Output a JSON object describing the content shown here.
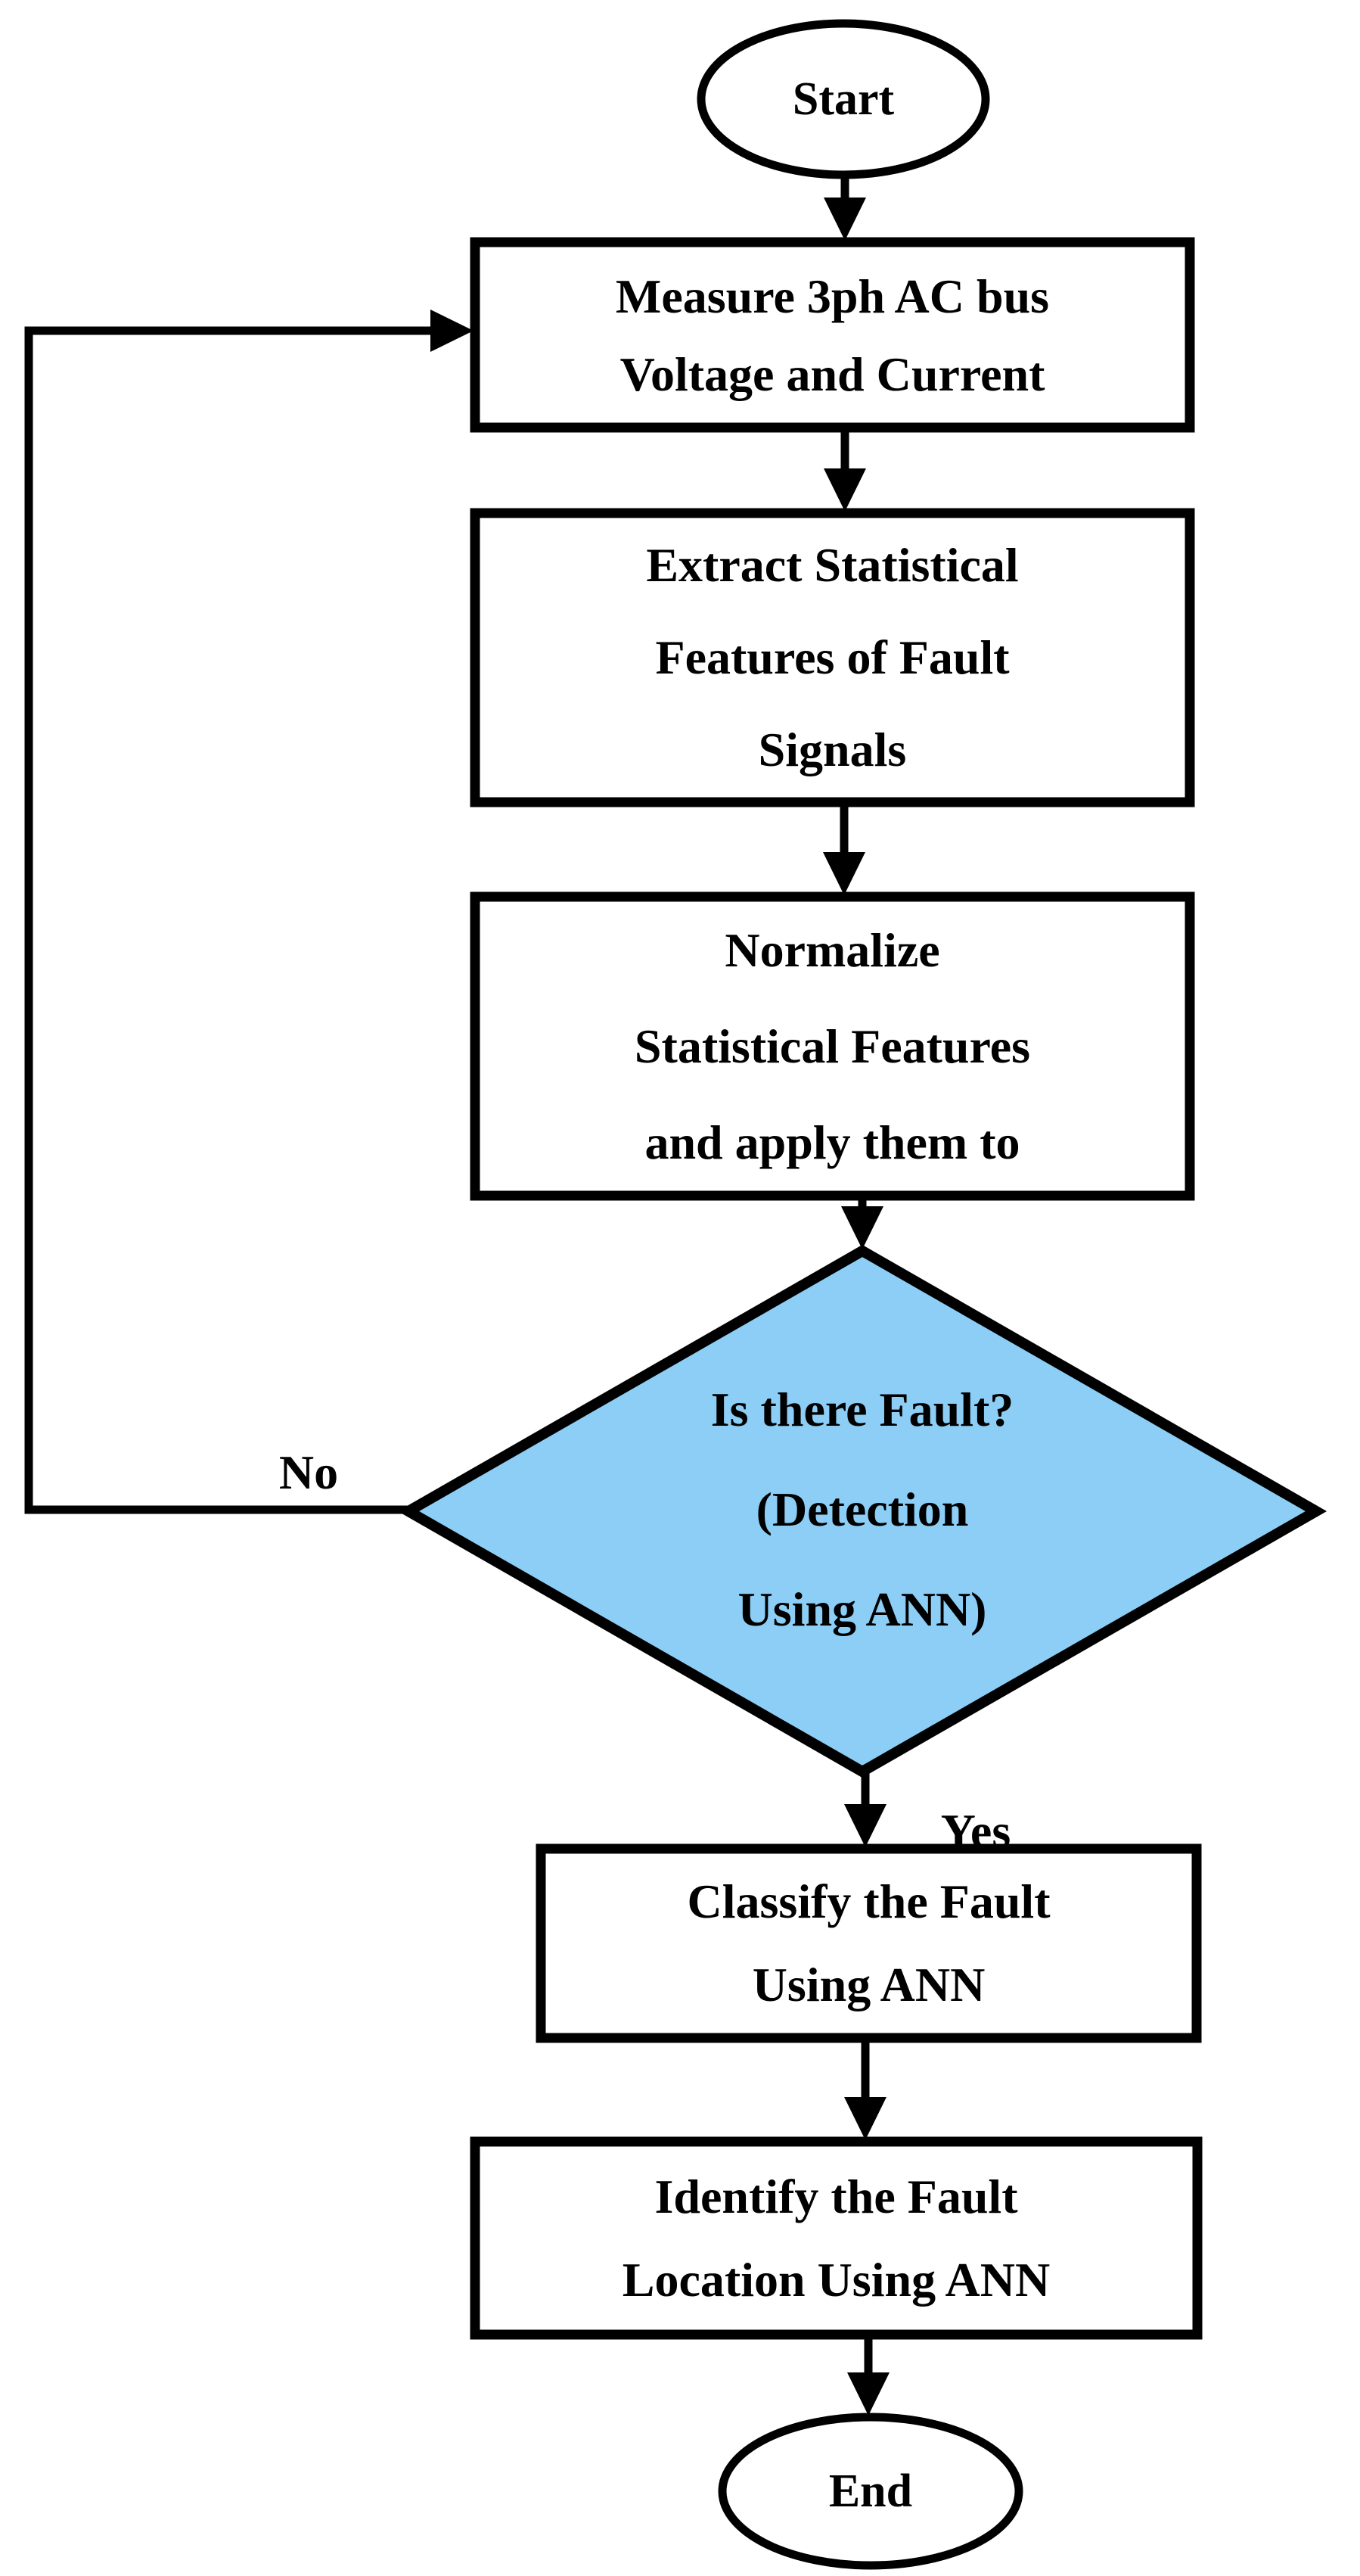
{
  "figure": {
    "type": "flowchart",
    "background": "#ffffff"
  },
  "colors": {
    "line": "#000000",
    "text": "#000000",
    "process_fill": "#ffffff",
    "decision_fill": "#8CCEF5"
  },
  "nodes": {
    "start": {
      "shape": "ellipse",
      "label": "Start"
    },
    "measure": {
      "shape": "process",
      "lines": [
        "Measure 3ph AC bus",
        "Voltage and Current"
      ]
    },
    "extract": {
      "shape": "process",
      "lines": [
        "Extract Statistical",
        "Features of Fault",
        "Signals"
      ]
    },
    "normalize": {
      "shape": "process",
      "lines": [
        "Normalize",
        "Statistical Features",
        "and apply them to"
      ]
    },
    "decision": {
      "shape": "diamond",
      "lines": [
        "Is there Fault?",
        "(Detection",
        "Using ANN)"
      ]
    },
    "classify": {
      "shape": "process",
      "lines": [
        "Classify the Fault",
        "Using ANN"
      ]
    },
    "identify": {
      "shape": "process",
      "lines": [
        "Identify the Fault",
        "Location Using ANN"
      ]
    },
    "end": {
      "shape": "ellipse",
      "label": "End"
    }
  },
  "edges": {
    "no_label": "No",
    "yes_label": "Yes"
  }
}
